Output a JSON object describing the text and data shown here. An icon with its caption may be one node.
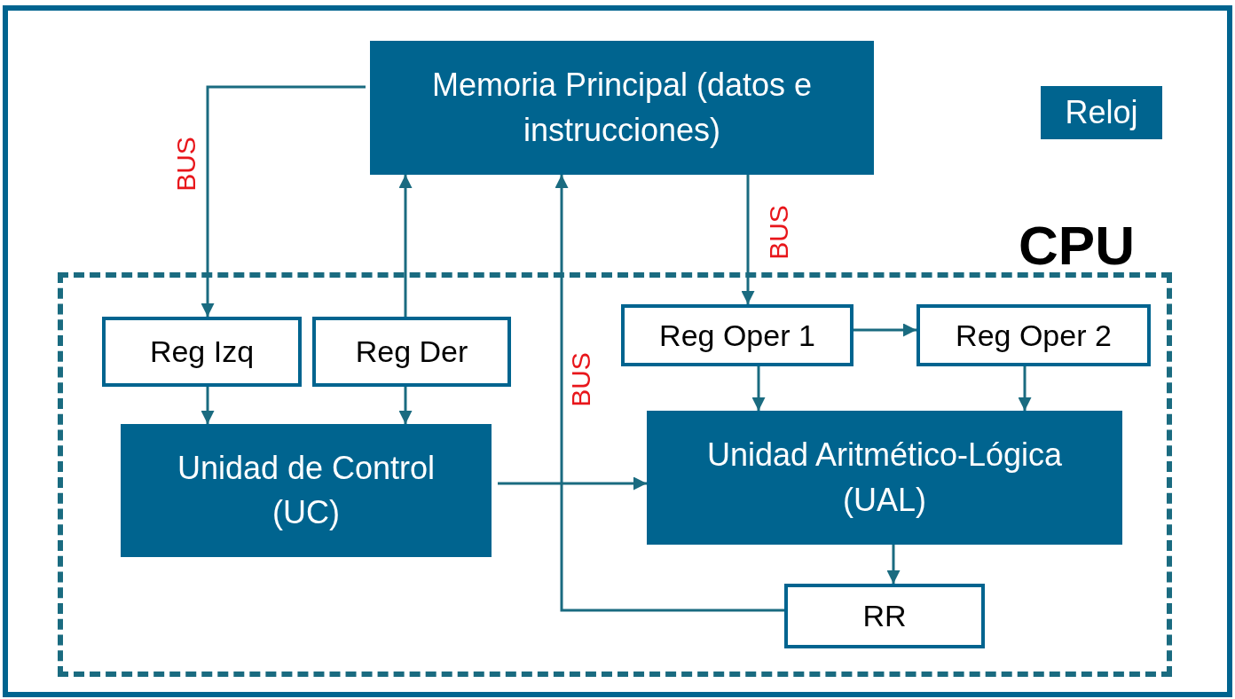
{
  "diagram": {
    "nodes": [
      {
        "text": [
          "Memoria Principal (datos e instrucciones)"
        ]
      },
      {
        "text": [
          "Reloj"
        ]
      },
      {
        "text": [
          "CPU"
        ]
      },
      {
        "text": [
          "Reg Izq"
        ],
        "in": 2
      },
      {
        "text": [
          "Reg Der"
        ],
        "in": 2
      },
      {
        "text": [
          "Unidad de Control (UC)"
        ],
        "in": 2
      },
      {
        "text": [
          "Reg Oper 1"
        ],
        "in": 2
      },
      {
        "text": [
          "Reg Oper 2"
        ],
        "in": 2
      },
      {
        "text": [
          "Unidad Aritmético-Lógica (UAL)"
        ],
        "in": 2
      },
      {
        "text": [
          "RR"
        ],
        "in": 2
      }
    ],
    "edges": [
      {
        "from": 0,
        "to": 3,
        "arrow": "to",
        "label": "BUS"
      },
      {
        "from": 4,
        "to": 0,
        "arrow": "to"
      },
      {
        "from": 0,
        "to": 6,
        "arrow": "to",
        "label": "BUS"
      },
      {
        "from": 9,
        "to": 0,
        "arrow": "to",
        "label": "BUS"
      },
      {
        "from": 3,
        "to": 5,
        "arrow": "to"
      },
      {
        "from": 4,
        "to": 5,
        "arrow": "to"
      },
      {
        "from": 5,
        "to": 8,
        "arrow": "to"
      },
      {
        "from": 6,
        "to": 7,
        "arrow": "to"
      },
      {
        "from": 6,
        "to": 8,
        "arrow": "to"
      },
      {
        "from": 7,
        "to": 8,
        "arrow": "to"
      },
      {
        "from": 8,
        "to": 9,
        "arrow": "to"
      }
    ]
  }
}
